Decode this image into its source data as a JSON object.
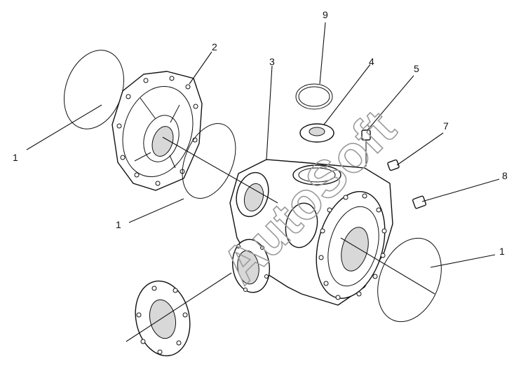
{
  "diagram": {
    "watermark": "AutoSoft",
    "callouts": {
      "c1_left": "1",
      "c1_mid": "1",
      "c1_right": "1",
      "c2": "2",
      "c3": "3",
      "c4": "4",
      "c5": "5",
      "c7": "7",
      "c8": "8",
      "c9": "9"
    }
  }
}
